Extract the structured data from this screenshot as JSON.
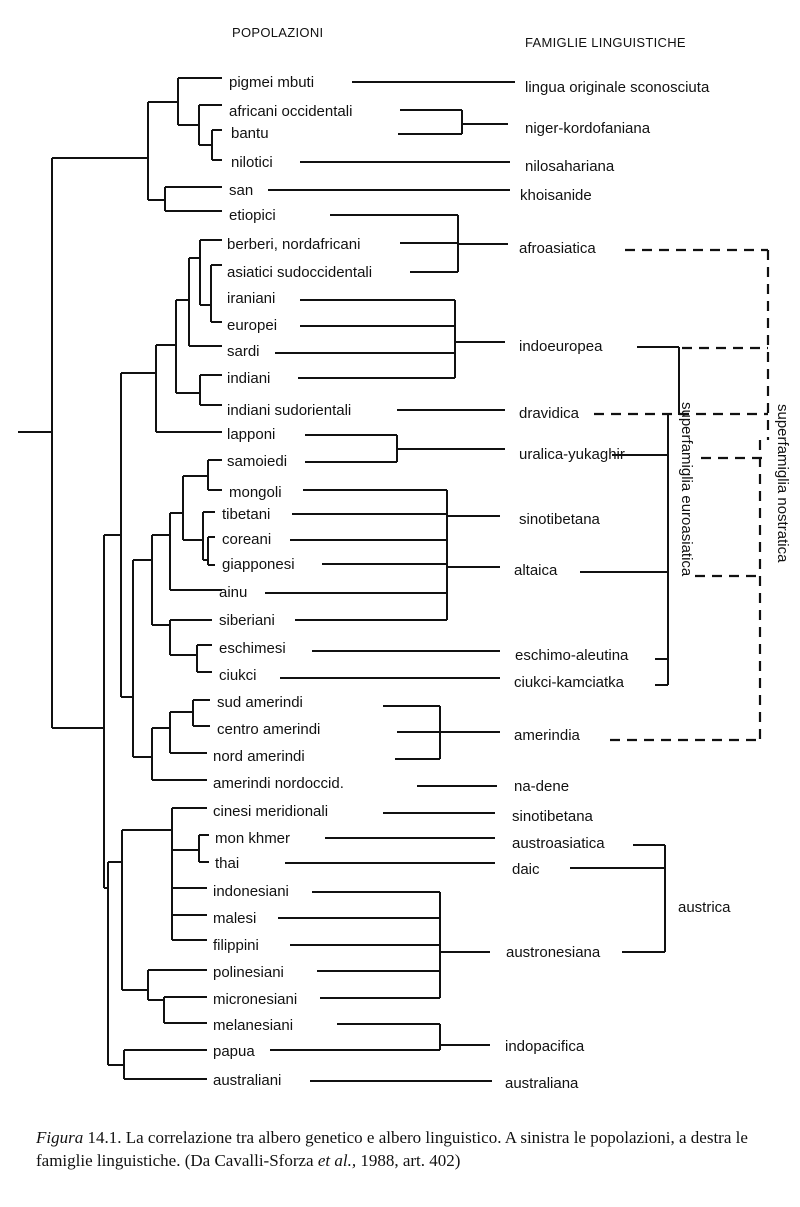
{
  "headers": {
    "populations": "POPOLAZIONI",
    "families": "FAMIGLIE LINGUISTICHE"
  },
  "populations": [
    "pigmei mbuti",
    "africani occidentali",
    "bantu",
    "nilotici",
    "san",
    "etiopici",
    "berberi, nordafricani",
    "asiatici sudoccidentali",
    "iraniani",
    "europei",
    "sardi",
    "indiani",
    "indiani sudorientali",
    "lapponi",
    "samoiedi",
    "mongoli",
    "tibetani",
    "coreani",
    "giapponesi",
    "ainu",
    "siberiani",
    "eschimesi",
    "ciukci",
    "sud amerindi",
    "centro amerindi",
    "nord amerindi",
    "amerindi nordoccid.",
    "cinesi meridionali",
    "mon khmer",
    "thai",
    "indonesiani",
    "malesi",
    "filippini",
    "polinesiani",
    "micronesiani",
    "melanesiani",
    "papua",
    "australiani"
  ],
  "families": [
    "lingua originale sconosciuta",
    "niger-kordofaniana",
    "nilosahariana",
    "khoisanide",
    "afroasiatica",
    "indoeuropea",
    "dravidica",
    "uralica-yukaghir",
    "sinotibetana",
    "altaica",
    "eschimo-aleutina",
    "ciukci-kamciatka",
    "amerindia",
    "na-dene",
    "sinotibetana",
    "austroasiatica",
    "daic",
    "austronesiana",
    "indopacifica",
    "australiana"
  ],
  "superfamilies": {
    "austrica": "austrica",
    "euroasiatica": "superfamiglia  euroasiatica",
    "nostratica": "superfamiglia nostratica"
  },
  "caption": {
    "label": "Figura",
    "number": " 14.1. La correlazione tra albero genetico e albero linguistico. A sinistra le popolazioni, a destra le famiglie linguistiche. (Da Cavalli-Sforza ",
    "etal": "et al.,",
    "year": " 1988,",
    "ref": " art. 402)"
  }
}
